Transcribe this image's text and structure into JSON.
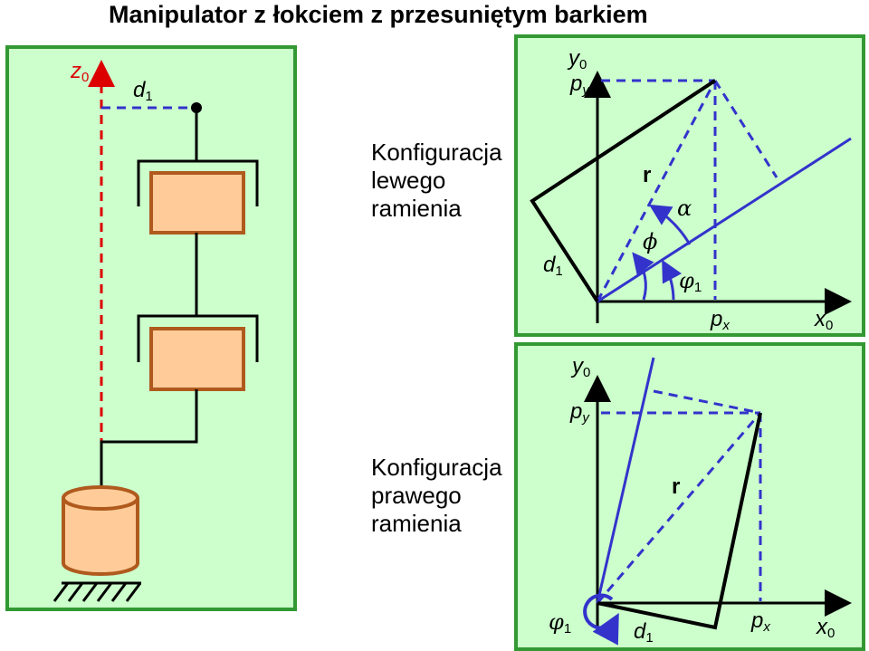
{
  "title": "Manipulator z łokciem z przesuniętym barkiem",
  "colors": {
    "panel_fill": "#ccffcc",
    "panel_border": "#339933",
    "link_blue": "#3333cc",
    "axis_red": "#dd0000",
    "joint_brown": "#b05a1e",
    "joint_fill": "#ffcc99",
    "base_fill": "#ffcc99"
  },
  "left_panel": {
    "axis_label": "z",
    "axis_sub": "0",
    "offset_label": "d",
    "offset_sub": "1"
  },
  "captions": {
    "left_arm": [
      "Konfiguracja",
      "lewego",
      "ramienia"
    ],
    "right_arm": [
      "Konfiguracja",
      "prawego",
      "ramienia"
    ]
  },
  "top_right": {
    "y_axis": "y",
    "y_sub": "0",
    "py": "p",
    "py_sub": "y",
    "px": "p",
    "px_sub": "x",
    "x_axis": "x",
    "x_sub": "0",
    "r": "r",
    "alpha": "α",
    "phi": "ϕ",
    "phi1": "φ",
    "phi1_sub": "1",
    "d": "d",
    "d_sub": "1"
  },
  "bottom_right": {
    "y_axis": "y",
    "y_sub": "0",
    "py": "p",
    "py_sub": "y",
    "px": "p",
    "px_sub": "x",
    "x_axis": "x",
    "x_sub": "0",
    "r": "r",
    "phi1": "φ",
    "phi1_sub": "1",
    "d": "d",
    "d_sub": "1"
  }
}
